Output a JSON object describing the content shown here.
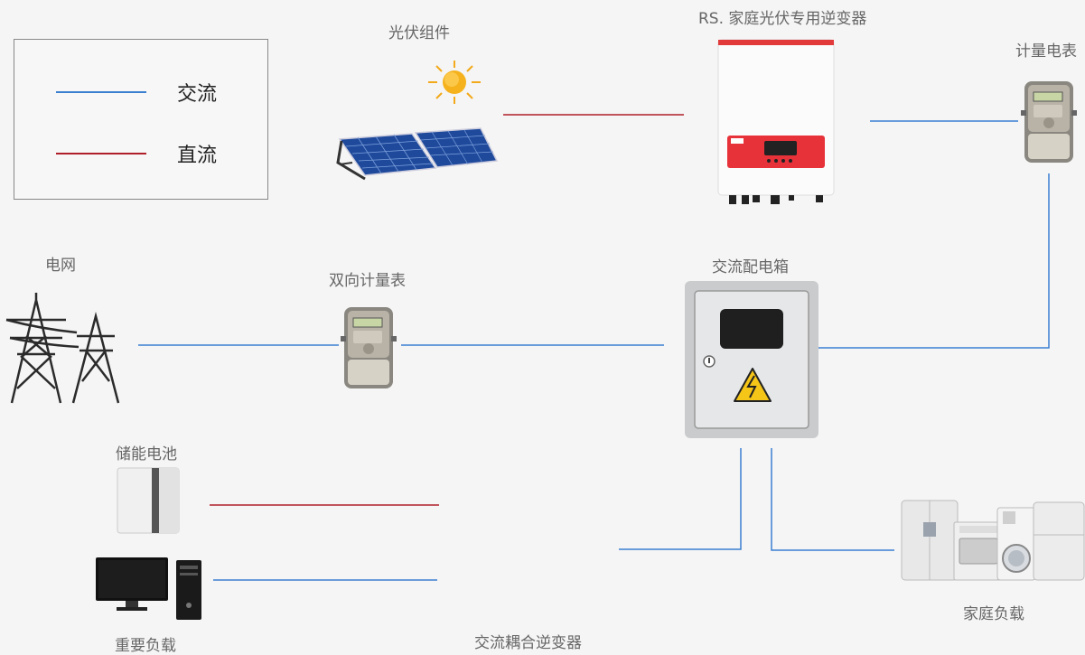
{
  "legend": {
    "ac": "交流",
    "dc": "直流"
  },
  "colors": {
    "ac": "#3b7fd1",
    "dc": "#b0202a",
    "background": "#f5f5f5"
  },
  "labels": {
    "pv_modules": "光伏组件",
    "inverter": "RS. 家庭光伏专用逆变器",
    "meter_top": "计量电表",
    "grid": "电网",
    "bidirectional_meter": "双向计量表",
    "ac_box": "交流配电箱",
    "battery": "储能电池",
    "critical_load": "重要负载",
    "home_load": "家庭负载",
    "coupled_inverter": "交流耦合逆变器"
  },
  "icons": {
    "sun": "sun-icon",
    "solar": "solar-panel-icon",
    "inverter": "inverter-icon",
    "meter": "electric-meter-icon",
    "tower": "power-tower-icon",
    "box": "distribution-box-icon",
    "battery": "battery-icon",
    "computer": "computer-icon",
    "appliances": "appliances-icon"
  }
}
